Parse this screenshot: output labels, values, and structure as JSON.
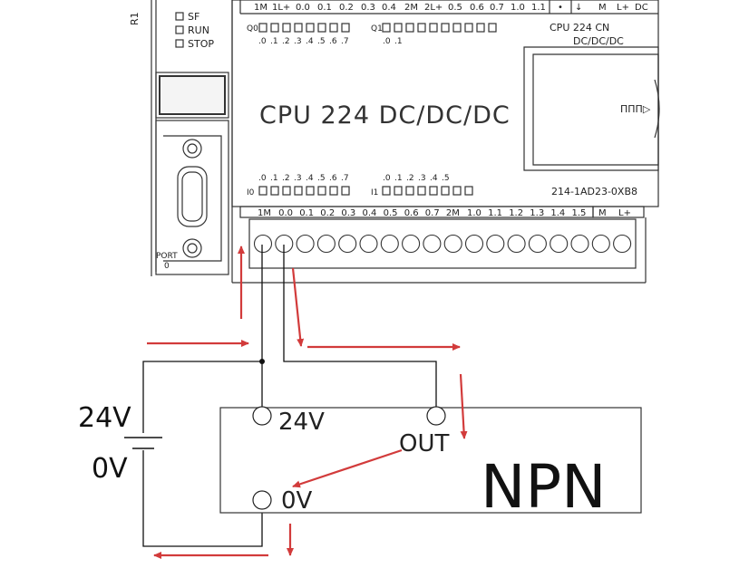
{
  "plc": {
    "left_label": "R1",
    "leds": [
      "SF",
      "RUN",
      "STOP"
    ],
    "port_label_1": "PORT",
    "port_label_2": "0",
    "top_terminals": [
      "1M",
      "1L+",
      "0.0",
      "0.1",
      "0.2",
      "0.3",
      "0.4",
      "2M",
      "2L+",
      "0.5",
      "0.6",
      "0.7",
      "1.0",
      "1.1",
      "•",
      "↓",
      "M",
      "L+",
      "DC"
    ],
    "q0_label": "Q0",
    "q1_label": "Q1",
    "q0_bits": [
      ".0",
      ".1",
      ".2",
      ".3",
      ".4",
      ".5",
      ".6",
      ".7"
    ],
    "q1_bits": [
      ".0",
      ".1"
    ],
    "model_title": "CPU 224 DC/DC/DC",
    "model_small_1": "CPU 224 CN",
    "model_small_2": "DC/DC/DC",
    "card_glyph": "ΠΠΠ▷",
    "i0_label": "I0",
    "i1_label": "I1",
    "i0_bits": [
      ".0",
      ".1",
      ".2",
      ".3",
      ".4",
      ".5",
      ".6",
      ".7"
    ],
    "i1_bits": [
      ".0",
      ".1",
      ".2",
      ".3",
      ".4",
      ".5"
    ],
    "part_number": "214-1AD23-0XB8",
    "bottom_terminals": [
      "1M",
      "0.0",
      "0.1",
      "0.2",
      "0.3",
      "0.4",
      "0.5",
      "0.6",
      "0.7",
      "2M",
      "1.0",
      "1.1",
      "1.2",
      "1.3",
      "1.4",
      "1.5"
    ],
    "bottom_right_terminals": [
      "M",
      "L+"
    ]
  },
  "sensor": {
    "type_label": "NPN",
    "pin_24v": "24V",
    "pin_out": "OUT",
    "pin_0v": "0V"
  },
  "supply": {
    "plus_label": "24V",
    "minus_label": "0V"
  },
  "colors": {
    "arrow": "#d23b3b",
    "line": "#111111"
  }
}
